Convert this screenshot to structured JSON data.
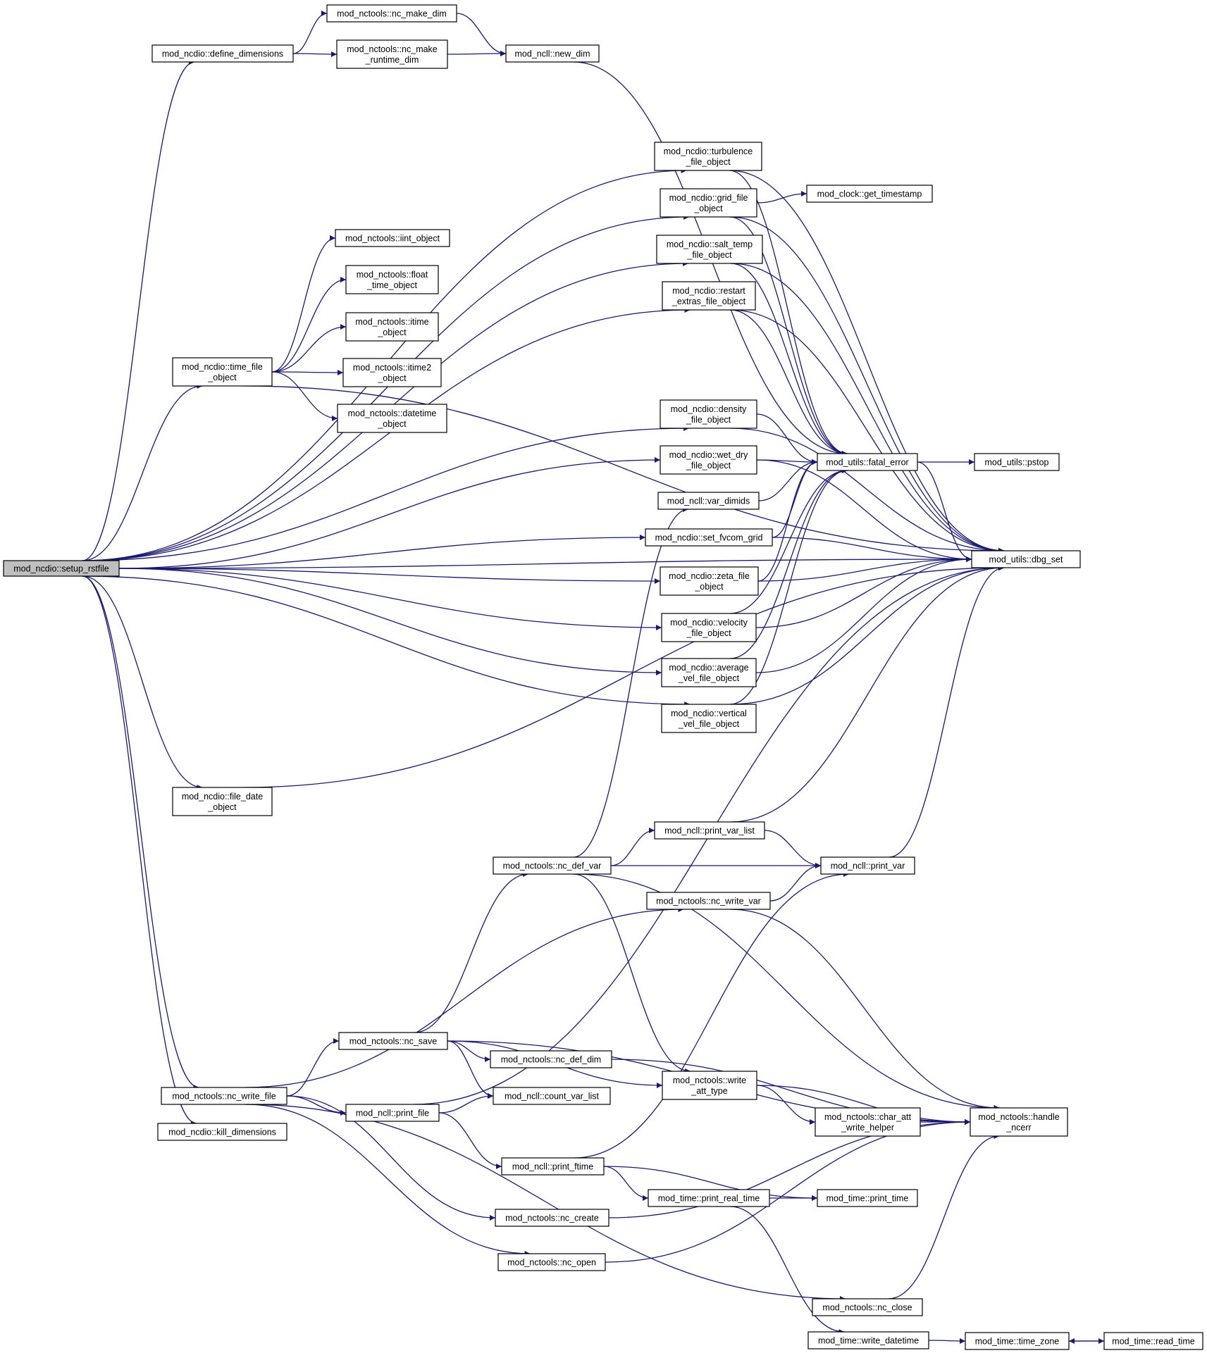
{
  "colors": {
    "edge": "#191970",
    "root_fill": "#bfbfbf",
    "node_fill": "#ffffff",
    "node_border": "#000000",
    "background": "#ffffff"
  },
  "nodes": [
    {
      "id": "setup_rstfile",
      "lines": [
        "mod_ncdio::setup_rstfile"
      ],
      "root": true
    },
    {
      "id": "define_dimensions",
      "lines": [
        "mod_ncdio::define_dimensions"
      ]
    },
    {
      "id": "nc_make_dim",
      "lines": [
        "mod_nctools::nc_make_dim"
      ]
    },
    {
      "id": "nc_make_runtime_dim",
      "lines": [
        "mod_nctools::nc_make",
        "_runtime_dim"
      ]
    },
    {
      "id": "new_dim",
      "lines": [
        "mod_ncll::new_dim"
      ]
    },
    {
      "id": "turbulence_file_object",
      "lines": [
        "mod_ncdio::turbulence",
        "_file_object"
      ]
    },
    {
      "id": "grid_file_object",
      "lines": [
        "mod_ncdio::grid_file",
        "_object"
      ]
    },
    {
      "id": "get_timestamp",
      "lines": [
        "mod_clock::get_timestamp"
      ]
    },
    {
      "id": "salt_temp_file_object",
      "lines": [
        "mod_ncdio::salt_temp",
        "_file_object"
      ]
    },
    {
      "id": "restart_extras_file_object",
      "lines": [
        "mod_ncdio::restart",
        "_extras_file_object"
      ]
    },
    {
      "id": "iint_object",
      "lines": [
        "mod_nctools::iint_object"
      ]
    },
    {
      "id": "float_time_object",
      "lines": [
        "mod_nctools::float",
        "_time_object"
      ]
    },
    {
      "id": "itime_object",
      "lines": [
        "mod_nctools::itime",
        "_object"
      ]
    },
    {
      "id": "time_file_object",
      "lines": [
        "mod_ncdio::time_file",
        "_object"
      ]
    },
    {
      "id": "itime2_object",
      "lines": [
        "mod_nctools::itime2",
        "_object"
      ]
    },
    {
      "id": "datetime_object",
      "lines": [
        "mod_nctools::datetime",
        "_object"
      ]
    },
    {
      "id": "density_file_object",
      "lines": [
        "mod_ncdio::density",
        "_file_object"
      ]
    },
    {
      "id": "wet_dry_file_object",
      "lines": [
        "mod_ncdio::wet_dry",
        "_file_object"
      ]
    },
    {
      "id": "fatal_error",
      "lines": [
        "mod_utils::fatal_error"
      ]
    },
    {
      "id": "pstop",
      "lines": [
        "mod_utils::pstop"
      ]
    },
    {
      "id": "var_dimids",
      "lines": [
        "mod_ncll::var_dimids"
      ]
    },
    {
      "id": "set_fvcom_grid",
      "lines": [
        "mod_ncdio::set_fvcom_grid"
      ]
    },
    {
      "id": "dbg_set",
      "lines": [
        "mod_utils::dbg_set"
      ]
    },
    {
      "id": "zeta_file_object",
      "lines": [
        "mod_ncdio::zeta_file",
        "_object"
      ]
    },
    {
      "id": "velocity_file_object",
      "lines": [
        "mod_ncdio::velocity",
        "_file_object"
      ]
    },
    {
      "id": "average_vel_file_object",
      "lines": [
        "mod_ncdio::average",
        "_vel_file_object"
      ]
    },
    {
      "id": "vertical_vel_file_object",
      "lines": [
        "mod_ncdio::vertical",
        "_vel_file_object"
      ]
    },
    {
      "id": "file_date_object",
      "lines": [
        "mod_ncdio::file_date",
        "_object"
      ]
    },
    {
      "id": "print_var_list",
      "lines": [
        "mod_ncll::print_var_list"
      ]
    },
    {
      "id": "nc_def_var",
      "lines": [
        "mod_nctools::nc_def_var"
      ]
    },
    {
      "id": "print_var",
      "lines": [
        "mod_ncll::print_var"
      ]
    },
    {
      "id": "nc_write_var",
      "lines": [
        "mod_nctools::nc_write_var"
      ]
    },
    {
      "id": "nc_save",
      "lines": [
        "mod_nctools::nc_save"
      ]
    },
    {
      "id": "nc_def_dim",
      "lines": [
        "mod_nctools::nc_def_dim"
      ]
    },
    {
      "id": "write_att_type",
      "lines": [
        "mod_nctools::write",
        "_att_type"
      ]
    },
    {
      "id": "nc_write_file",
      "lines": [
        "mod_nctools::nc_write_file"
      ]
    },
    {
      "id": "print_file",
      "lines": [
        "mod_ncll::print_file"
      ]
    },
    {
      "id": "count_var_list",
      "lines": [
        "mod_ncll::count_var_list"
      ]
    },
    {
      "id": "char_att_write_helper",
      "lines": [
        "mod_nctools::char_att",
        "_write_helper"
      ]
    },
    {
      "id": "handle_ncerr",
      "lines": [
        "mod_nctools::handle",
        "_ncerr"
      ]
    },
    {
      "id": "kill_dimensions",
      "lines": [
        "mod_ncdio::kill_dimensions"
      ]
    },
    {
      "id": "print_ftime",
      "lines": [
        "mod_ncll::print_ftime"
      ]
    },
    {
      "id": "print_real_time",
      "lines": [
        "mod_time::print_real_time"
      ]
    },
    {
      "id": "print_time",
      "lines": [
        "mod_time::print_time"
      ]
    },
    {
      "id": "nc_create",
      "lines": [
        "mod_nctools::nc_create"
      ]
    },
    {
      "id": "nc_open",
      "lines": [
        "mod_nctools::nc_open"
      ]
    },
    {
      "id": "nc_close",
      "lines": [
        "mod_nctools::nc_close"
      ]
    },
    {
      "id": "write_datetime",
      "lines": [
        "mod_time::write_datetime"
      ]
    },
    {
      "id": "time_zone",
      "lines": [
        "mod_time::time_zone"
      ]
    },
    {
      "id": "read_time",
      "lines": [
        "mod_time::read_time"
      ]
    }
  ],
  "edges": [
    [
      "setup_rstfile",
      "define_dimensions"
    ],
    [
      "define_dimensions",
      "nc_make_dim"
    ],
    [
      "define_dimensions",
      "nc_make_runtime_dim"
    ],
    [
      "nc_make_dim",
      "new_dim"
    ],
    [
      "nc_make_runtime_dim",
      "new_dim"
    ],
    [
      "new_dim",
      "fatal_error"
    ],
    [
      "setup_rstfile",
      "turbulence_file_object"
    ],
    [
      "turbulence_file_object",
      "fatal_error"
    ],
    [
      "turbulence_file_object",
      "dbg_set"
    ],
    [
      "setup_rstfile",
      "grid_file_object"
    ],
    [
      "grid_file_object",
      "get_timestamp"
    ],
    [
      "grid_file_object",
      "fatal_error"
    ],
    [
      "grid_file_object",
      "dbg_set"
    ],
    [
      "setup_rstfile",
      "salt_temp_file_object"
    ],
    [
      "salt_temp_file_object",
      "fatal_error"
    ],
    [
      "salt_temp_file_object",
      "dbg_set"
    ],
    [
      "setup_rstfile",
      "restart_extras_file_object"
    ],
    [
      "restart_extras_file_object",
      "fatal_error"
    ],
    [
      "restart_extras_file_object",
      "dbg_set"
    ],
    [
      "setup_rstfile",
      "time_file_object"
    ],
    [
      "time_file_object",
      "iint_object"
    ],
    [
      "time_file_object",
      "float_time_object"
    ],
    [
      "time_file_object",
      "itime_object"
    ],
    [
      "time_file_object",
      "itime2_object"
    ],
    [
      "time_file_object",
      "datetime_object"
    ],
    [
      "time_file_object",
      "dbg_set"
    ],
    [
      "setup_rstfile",
      "density_file_object"
    ],
    [
      "density_file_object",
      "fatal_error"
    ],
    [
      "density_file_object",
      "dbg_set"
    ],
    [
      "setup_rstfile",
      "wet_dry_file_object"
    ],
    [
      "wet_dry_file_object",
      "fatal_error"
    ],
    [
      "wet_dry_file_object",
      "dbg_set"
    ],
    [
      "fatal_error",
      "pstop"
    ],
    [
      "fatal_error",
      "dbg_set"
    ],
    [
      "var_dimids",
      "fatal_error"
    ],
    [
      "setup_rstfile",
      "set_fvcom_grid"
    ],
    [
      "set_fvcom_grid",
      "fatal_error"
    ],
    [
      "set_fvcom_grid",
      "dbg_set"
    ],
    [
      "setup_rstfile",
      "dbg_set"
    ],
    [
      "setup_rstfile",
      "zeta_file_object"
    ],
    [
      "zeta_file_object",
      "fatal_error"
    ],
    [
      "zeta_file_object",
      "dbg_set"
    ],
    [
      "setup_rstfile",
      "velocity_file_object"
    ],
    [
      "velocity_file_object",
      "fatal_error"
    ],
    [
      "velocity_file_object",
      "dbg_set"
    ],
    [
      "setup_rstfile",
      "average_vel_file_object"
    ],
    [
      "average_vel_file_object",
      "fatal_error"
    ],
    [
      "average_vel_file_object",
      "dbg_set"
    ],
    [
      "setup_rstfile",
      "vertical_vel_file_object"
    ],
    [
      "vertical_vel_file_object",
      "fatal_error"
    ],
    [
      "vertical_vel_file_object",
      "dbg_set"
    ],
    [
      "setup_rstfile",
      "file_date_object"
    ],
    [
      "file_date_object",
      "dbg_set"
    ],
    [
      "setup_rstfile",
      "nc_write_file"
    ],
    [
      "setup_rstfile",
      "kill_dimensions"
    ],
    [
      "nc_def_var",
      "var_dimids"
    ],
    [
      "nc_def_var",
      "print_var_list"
    ],
    [
      "nc_def_var",
      "print_var"
    ],
    [
      "nc_def_var",
      "write_att_type"
    ],
    [
      "nc_def_var",
      "handle_ncerr"
    ],
    [
      "print_var_list",
      "print_var"
    ],
    [
      "print_var_list",
      "dbg_set"
    ],
    [
      "print_var",
      "dbg_set"
    ],
    [
      "nc_write_var",
      "print_var"
    ],
    [
      "nc_write_var",
      "handle_ncerr"
    ],
    [
      "nc_write_file",
      "nc_write_var"
    ],
    [
      "nc_write_file",
      "nc_save"
    ],
    [
      "nc_write_file",
      "print_file"
    ],
    [
      "nc_write_file",
      "nc_create"
    ],
    [
      "nc_write_file",
      "nc_open"
    ],
    [
      "nc_write_file",
      "nc_close"
    ],
    [
      "nc_save",
      "nc_def_var"
    ],
    [
      "nc_save",
      "nc_def_dim"
    ],
    [
      "nc_save",
      "count_var_list"
    ],
    [
      "nc_save",
      "write_att_type"
    ],
    [
      "nc_save",
      "handle_ncerr"
    ],
    [
      "nc_def_dim",
      "handle_ncerr"
    ],
    [
      "write_att_type",
      "char_att_write_helper"
    ],
    [
      "write_att_type",
      "handle_ncerr"
    ],
    [
      "char_att_write_helper",
      "handle_ncerr"
    ],
    [
      "print_file",
      "count_var_list"
    ],
    [
      "print_file",
      "print_ftime"
    ],
    [
      "print_file",
      "dbg_set"
    ],
    [
      "print_ftime",
      "print_var"
    ],
    [
      "print_ftime",
      "print_real_time"
    ],
    [
      "print_ftime",
      "print_time"
    ],
    [
      "print_real_time",
      "print_time"
    ],
    [
      "print_real_time",
      "write_datetime"
    ],
    [
      "nc_create",
      "handle_ncerr"
    ],
    [
      "nc_open",
      "handle_ncerr"
    ],
    [
      "nc_close",
      "handle_ncerr"
    ],
    [
      "write_datetime",
      "time_zone"
    ],
    [
      "time_zone",
      "read_time"
    ],
    [
      "read_time",
      "time_zone"
    ]
  ]
}
